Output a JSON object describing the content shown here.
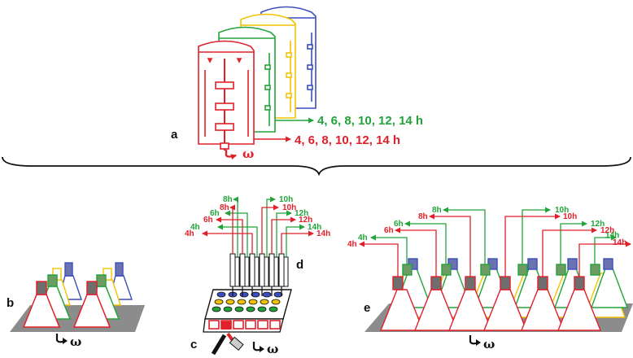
{
  "colors": {
    "red": "#e0202a",
    "green": "#22a43a",
    "yellow": "#f2c200",
    "blue": "#3a4fc0",
    "gray": "#8c8c8c",
    "flask_neck_dark": "#6e6e6e",
    "flask_neck_blue": "#6a72b0",
    "flask_neck_green": "#6e9a64"
  },
  "labels": {
    "a": "a",
    "b": "b",
    "c": "c",
    "d": "d",
    "e": "e",
    "omega": "ω"
  },
  "reactor_timelines": {
    "green": "4, 6, 8, 10, 12, 14 h",
    "red": "4, 6, 8, 10, 12, 14 h"
  },
  "times_d": {
    "green": [
      "4h",
      "6h",
      "8h",
      "10h",
      "12h",
      "14h"
    ],
    "red": [
      "4h",
      "6h",
      "8h",
      "10h",
      "12h",
      "14h"
    ]
  },
  "times_e": {
    "green": [
      "4h",
      "6h",
      "8h",
      "10h",
      "12h",
      "14h"
    ],
    "red": [
      "4h",
      "6h",
      "8h",
      "10h",
      "12h",
      "14h"
    ]
  }
}
